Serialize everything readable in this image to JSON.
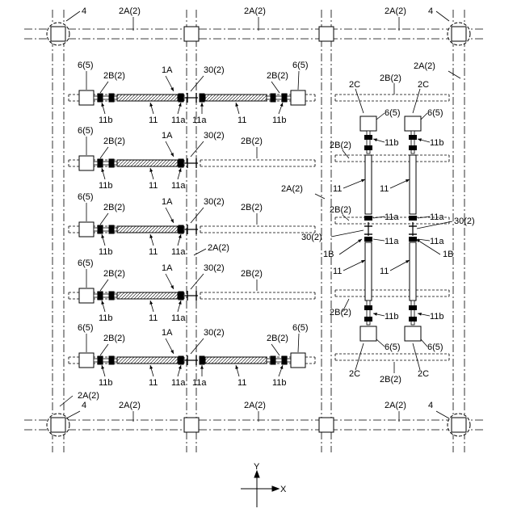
{
  "labels": {
    "col4": "4",
    "beam_main": "2A(2)",
    "beam_sec": "2B(2)",
    "col_small": "2C",
    "pier": "6(5)",
    "jack": "1A",
    "jack_b": "1B",
    "connector": "30(2)",
    "cyl": "11",
    "end_a": "11a",
    "end_b": "11b"
  },
  "axes": {
    "y": "Y",
    "x": "X"
  }
}
